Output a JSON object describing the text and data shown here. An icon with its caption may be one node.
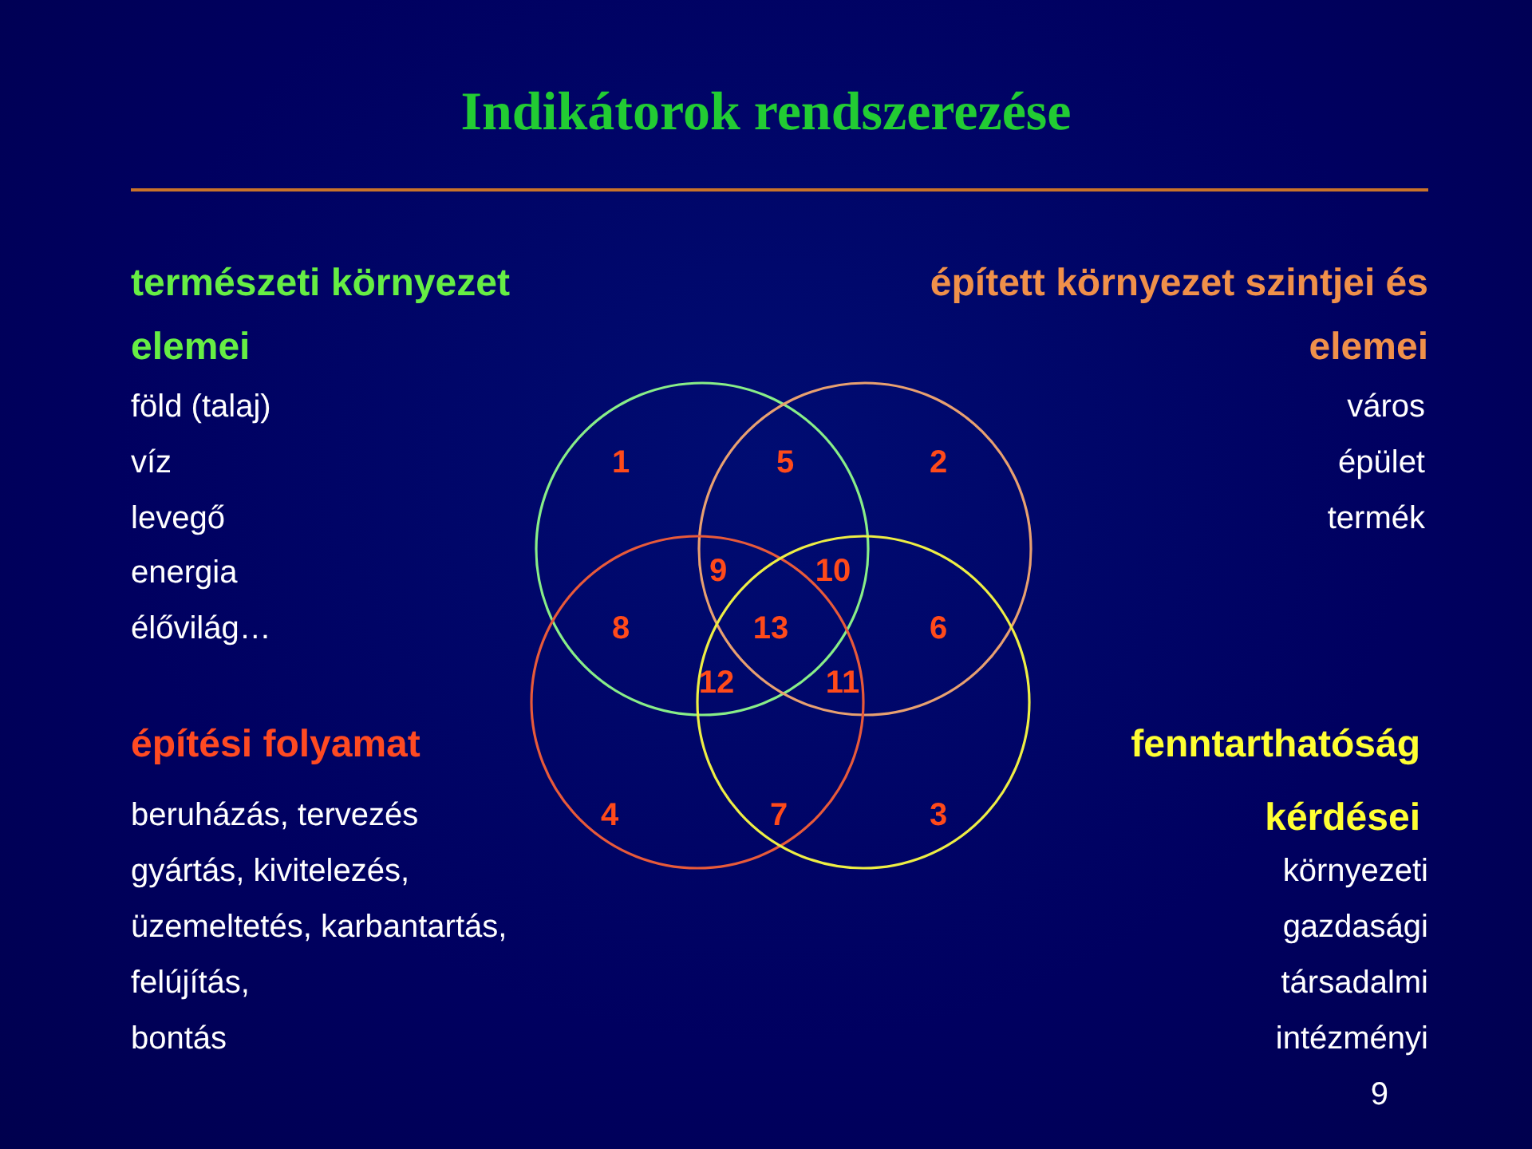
{
  "diagram": {
    "title": "Indikátorok rendszerezése",
    "labels": [
      "természeti környezet elemei",
      "föld (talaj)",
      "víz",
      "levegő",
      "energia",
      "élővilág…",
      "épített környezet szintjei és elemei",
      "város",
      "épület",
      "termék",
      "1",
      "5",
      "2",
      "9",
      "10",
      "8",
      "13",
      "6",
      "12",
      "11",
      "4",
      "7",
      "3",
      "építési folyamat",
      "beruházás, tervezés",
      "gyártás, kivitelezés,",
      "üzemeltetés, karbantartás,",
      "felújítás,",
      "bontás",
      "fenntarthatóság kérdései",
      "környezeti",
      "gazdasági",
      "társadalmi",
      "intézményi",
      "9"
    ]
  }
}
